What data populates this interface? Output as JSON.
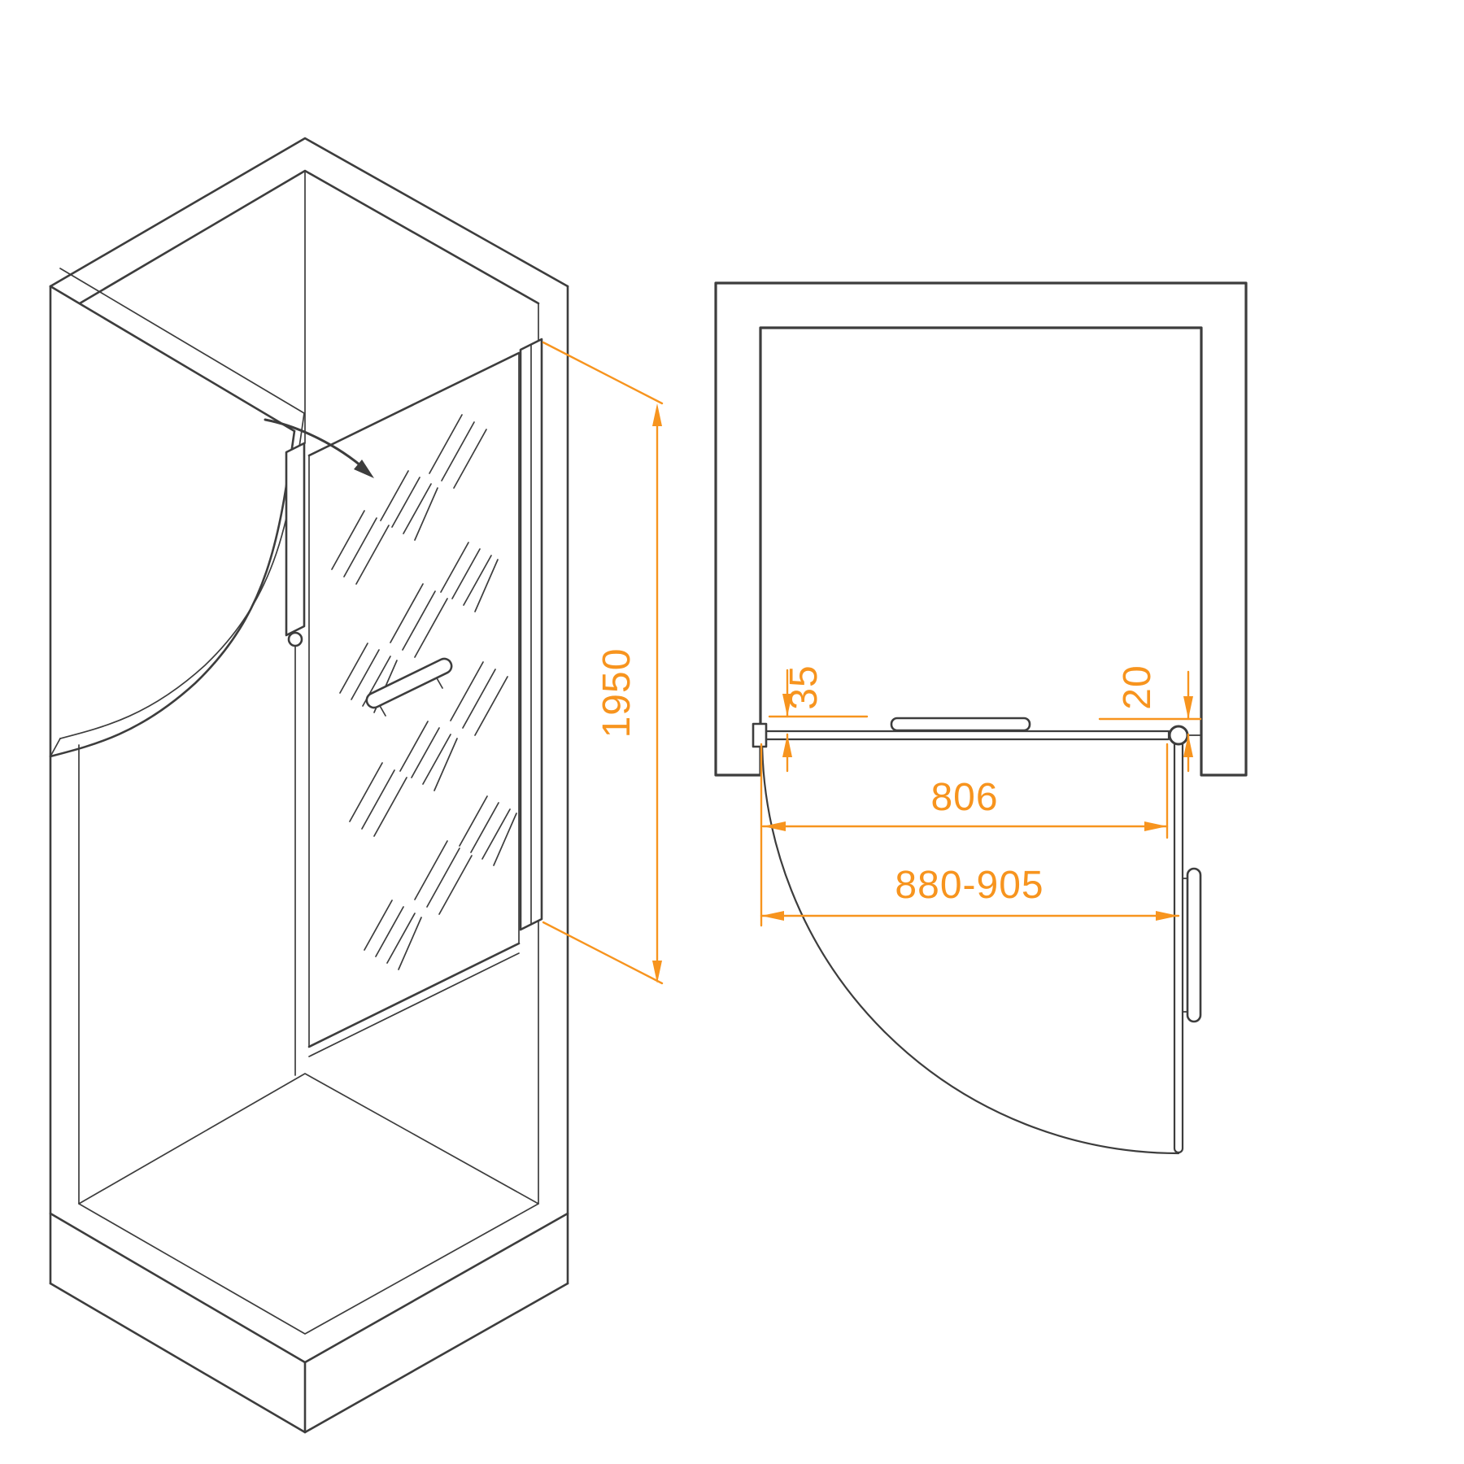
{
  "diagram": {
    "colors": {
      "line": "#3D3D3D",
      "dimension": "#F7941E",
      "background": "#FFFFFF"
    },
    "isometric_view": {
      "dimensions": {
        "height": "1950"
      }
    },
    "plan_view": {
      "dimensions": {
        "wall_profile_width": "35",
        "hinge_offset": "20",
        "glass_width": "806",
        "opening_width_range": "880-905"
      }
    }
  }
}
